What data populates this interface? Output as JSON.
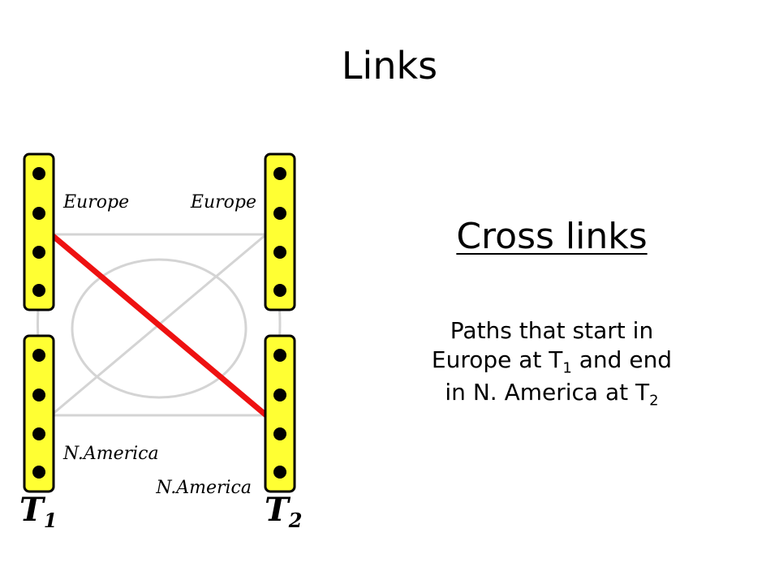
{
  "title": "Links",
  "diagram": {
    "regions": {
      "t1_top": "Europe",
      "t2_top": "Europe",
      "t1_bottom": "N.America",
      "t2_bottom": "N.America"
    },
    "time_labels": {
      "t1_letter": "T",
      "t1_sub": "1",
      "t2_letter": "T",
      "t2_sub": "2"
    },
    "colors": {
      "column_fill": "#ffff33",
      "column_stroke": "#000000",
      "dot": "#000000",
      "link_gray": "#d4d4d4",
      "highlight": "#ee1111"
    }
  },
  "panel": {
    "subtitle": "Cross links",
    "desc": {
      "l1": "Paths that start in",
      "l2a": "Europe at T",
      "l2sub": "1",
      "l2b": " and end",
      "l3a": "in N. America at T",
      "l3sub": "2"
    }
  }
}
